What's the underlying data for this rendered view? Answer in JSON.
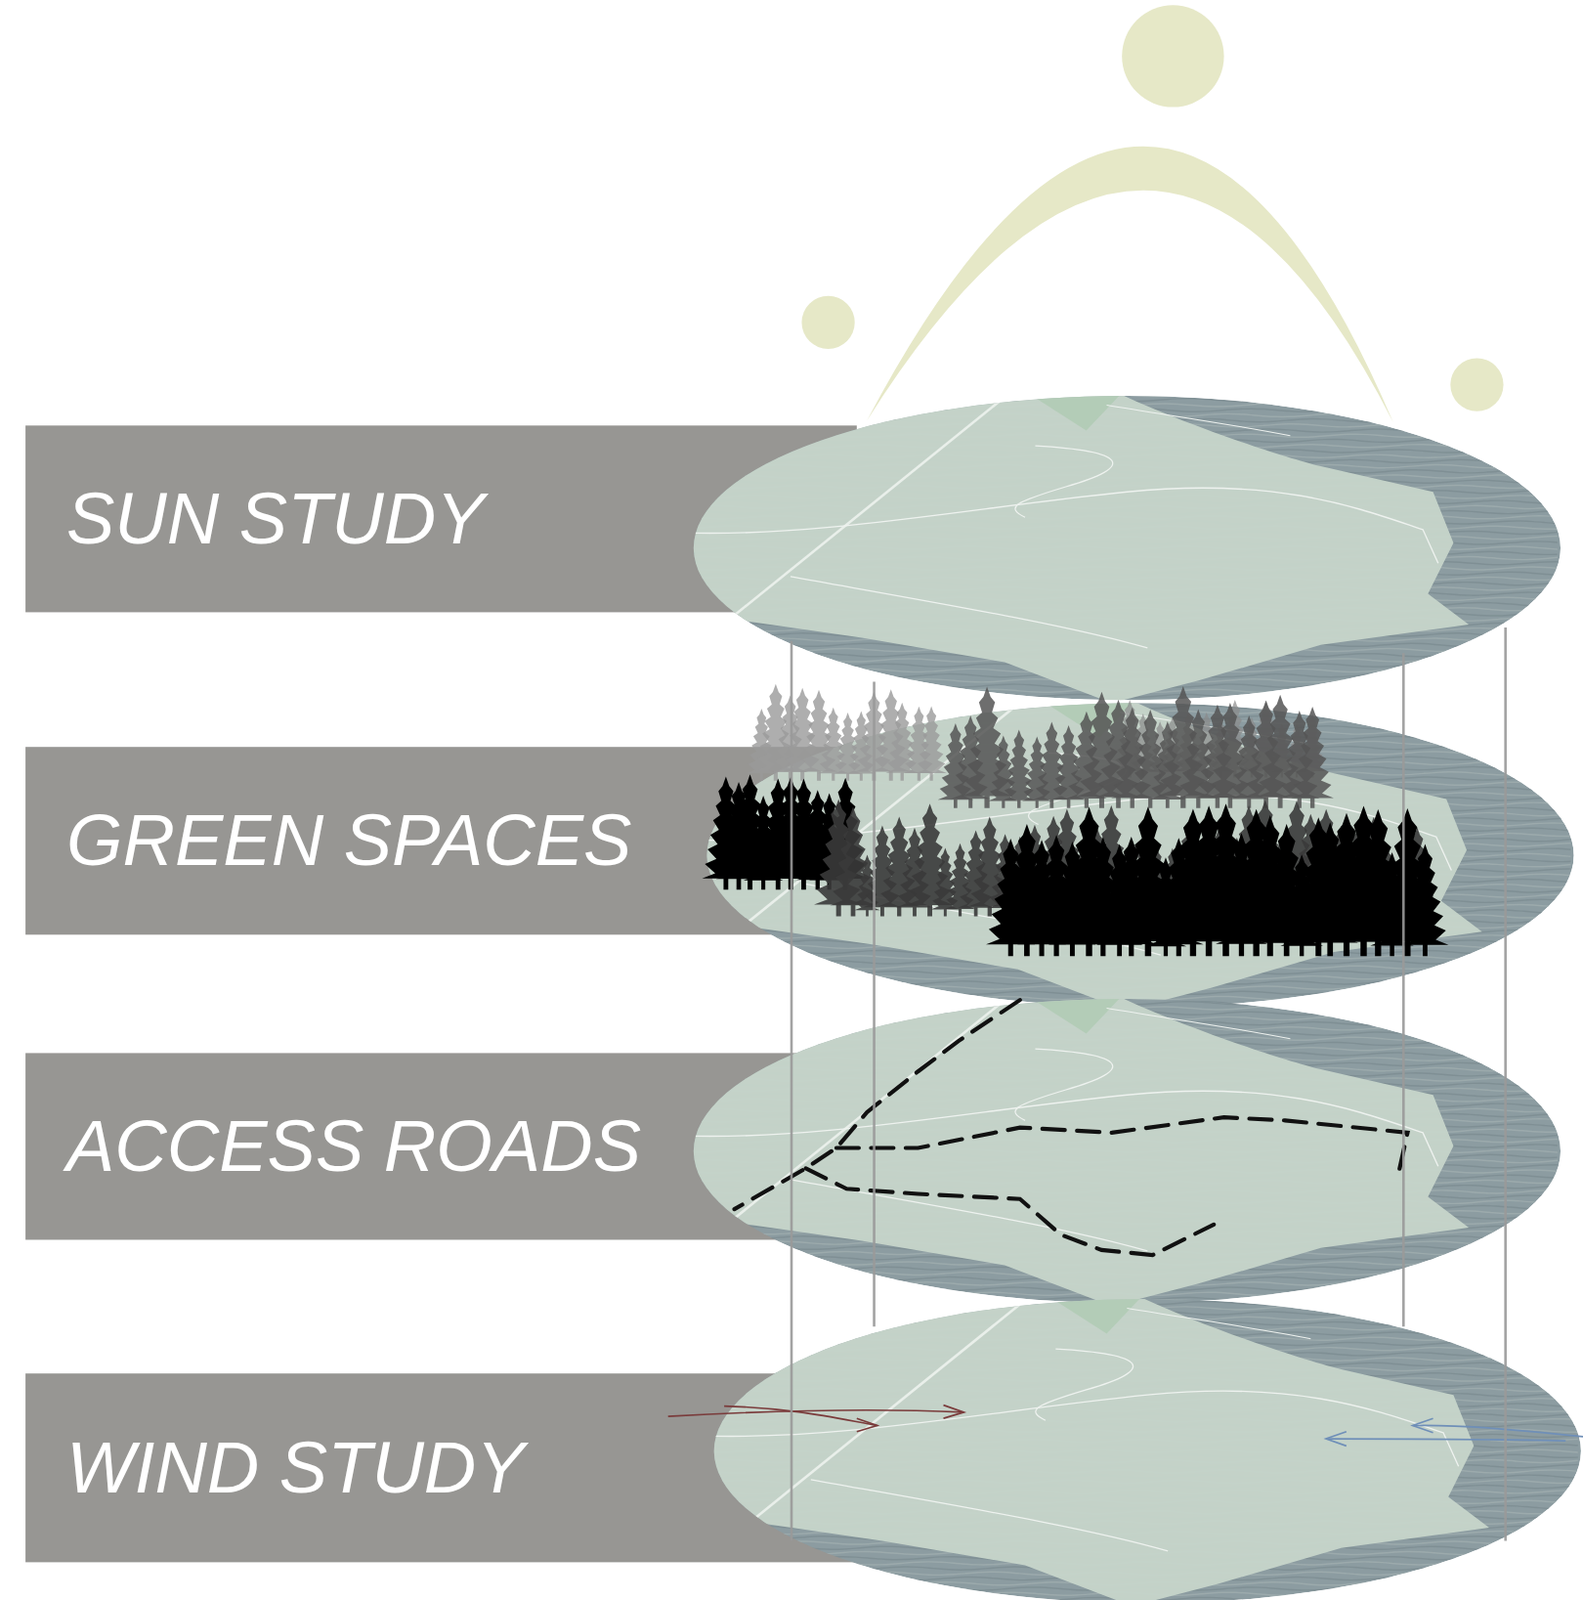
{
  "diagram": {
    "nodes": [
      {
        "text": [
          "SUN STUDY"
        ]
      },
      {
        "text": [
          "GREEN SPACES"
        ]
      },
      {
        "text": [
          "ACCESS ROADS"
        ]
      },
      {
        "text": [
          "WIND STUDY"
        ]
      }
    ]
  }
}
